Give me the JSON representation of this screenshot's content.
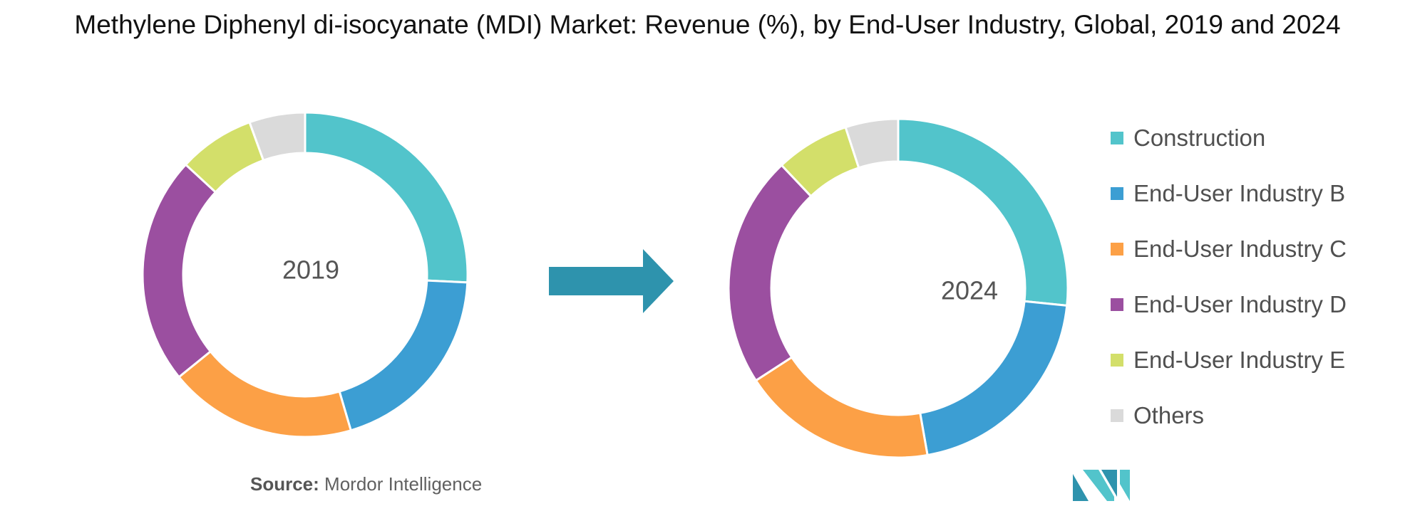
{
  "chart_data": [
    {
      "type": "donut",
      "center_label": "2019",
      "categories": [
        "Construction",
        "End-User Industry B",
        "End-User Industry C",
        "End-User Industry D",
        "End-User Industry E",
        "Others"
      ],
      "values": [
        25.5,
        19.5,
        18.5,
        22.5,
        7.5,
        5.5
      ],
      "colors": [
        "#52c4cb",
        "#3c9ed3",
        "#fca046",
        "#9b4fa0",
        "#d3df6a",
        "#dadada"
      ]
    },
    {
      "type": "donut",
      "center_label": "2024",
      "categories": [
        "Construction",
        "End-User Industry B",
        "End-User Industry C",
        "End-User Industry D",
        "End-User Industry E",
        "Others"
      ],
      "values": [
        26.5,
        20.5,
        18.5,
        22.0,
        7.0,
        5.0
      ],
      "colors": [
        "#52c4cb",
        "#3c9ed3",
        "#fca046",
        "#9b4fa0",
        "#d3df6a",
        "#dadada"
      ]
    }
  ],
  "title": "Methylene Diphenyl di-isocyanate (MDI) Market: Revenue (%), by End-User Industry, Global, 2019 and 2024",
  "legend": [
    {
      "label": "Construction",
      "color": "#52c4cb"
    },
    {
      "label": "End-User Industry B",
      "color": "#3c9ed3"
    },
    {
      "label": "End-User Industry C",
      "color": "#fca046"
    },
    {
      "label": "End-User Industry D",
      "color": "#9b4fa0"
    },
    {
      "label": "End-User Industry E",
      "color": "#d3df6a"
    },
    {
      "label": "Others",
      "color": "#dadada"
    }
  ],
  "arrow_color": "#2e93ad",
  "source": {
    "prefix": "Source:",
    "text": "Mordor Intelligence"
  },
  "logo_colors": [
    "#2e93ad",
    "#52c4cb"
  ]
}
